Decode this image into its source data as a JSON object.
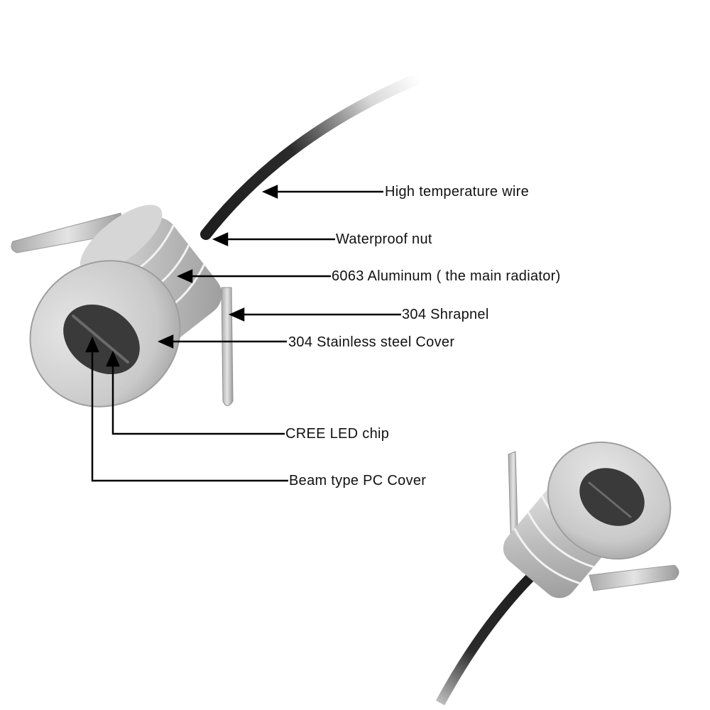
{
  "diagram": {
    "subject": "Recessed mini LED spot light",
    "labels": [
      {
        "id": "wire",
        "text": "High temperature wire"
      },
      {
        "id": "nut",
        "text": "Waterproof nut"
      },
      {
        "id": "aluminum",
        "text": "6063 Aluminum ( the main radiator)"
      },
      {
        "id": "shrapnel",
        "text": "304 Shrapnel"
      },
      {
        "id": "cover",
        "text": "304 Stainless steel Cover"
      },
      {
        "id": "chip",
        "text": "CREE LED chip"
      },
      {
        "id": "pc_cover",
        "text": "Beam type PC Cover"
      }
    ],
    "colors": {
      "background": "#ffffff",
      "metal_light": "#d9d9d9",
      "metal_mid": "#b5b5b5",
      "metal_dark": "#8a8a8a",
      "lens": "#3a3a3a",
      "wire": "#1e1e1e",
      "line": "#000000"
    }
  }
}
